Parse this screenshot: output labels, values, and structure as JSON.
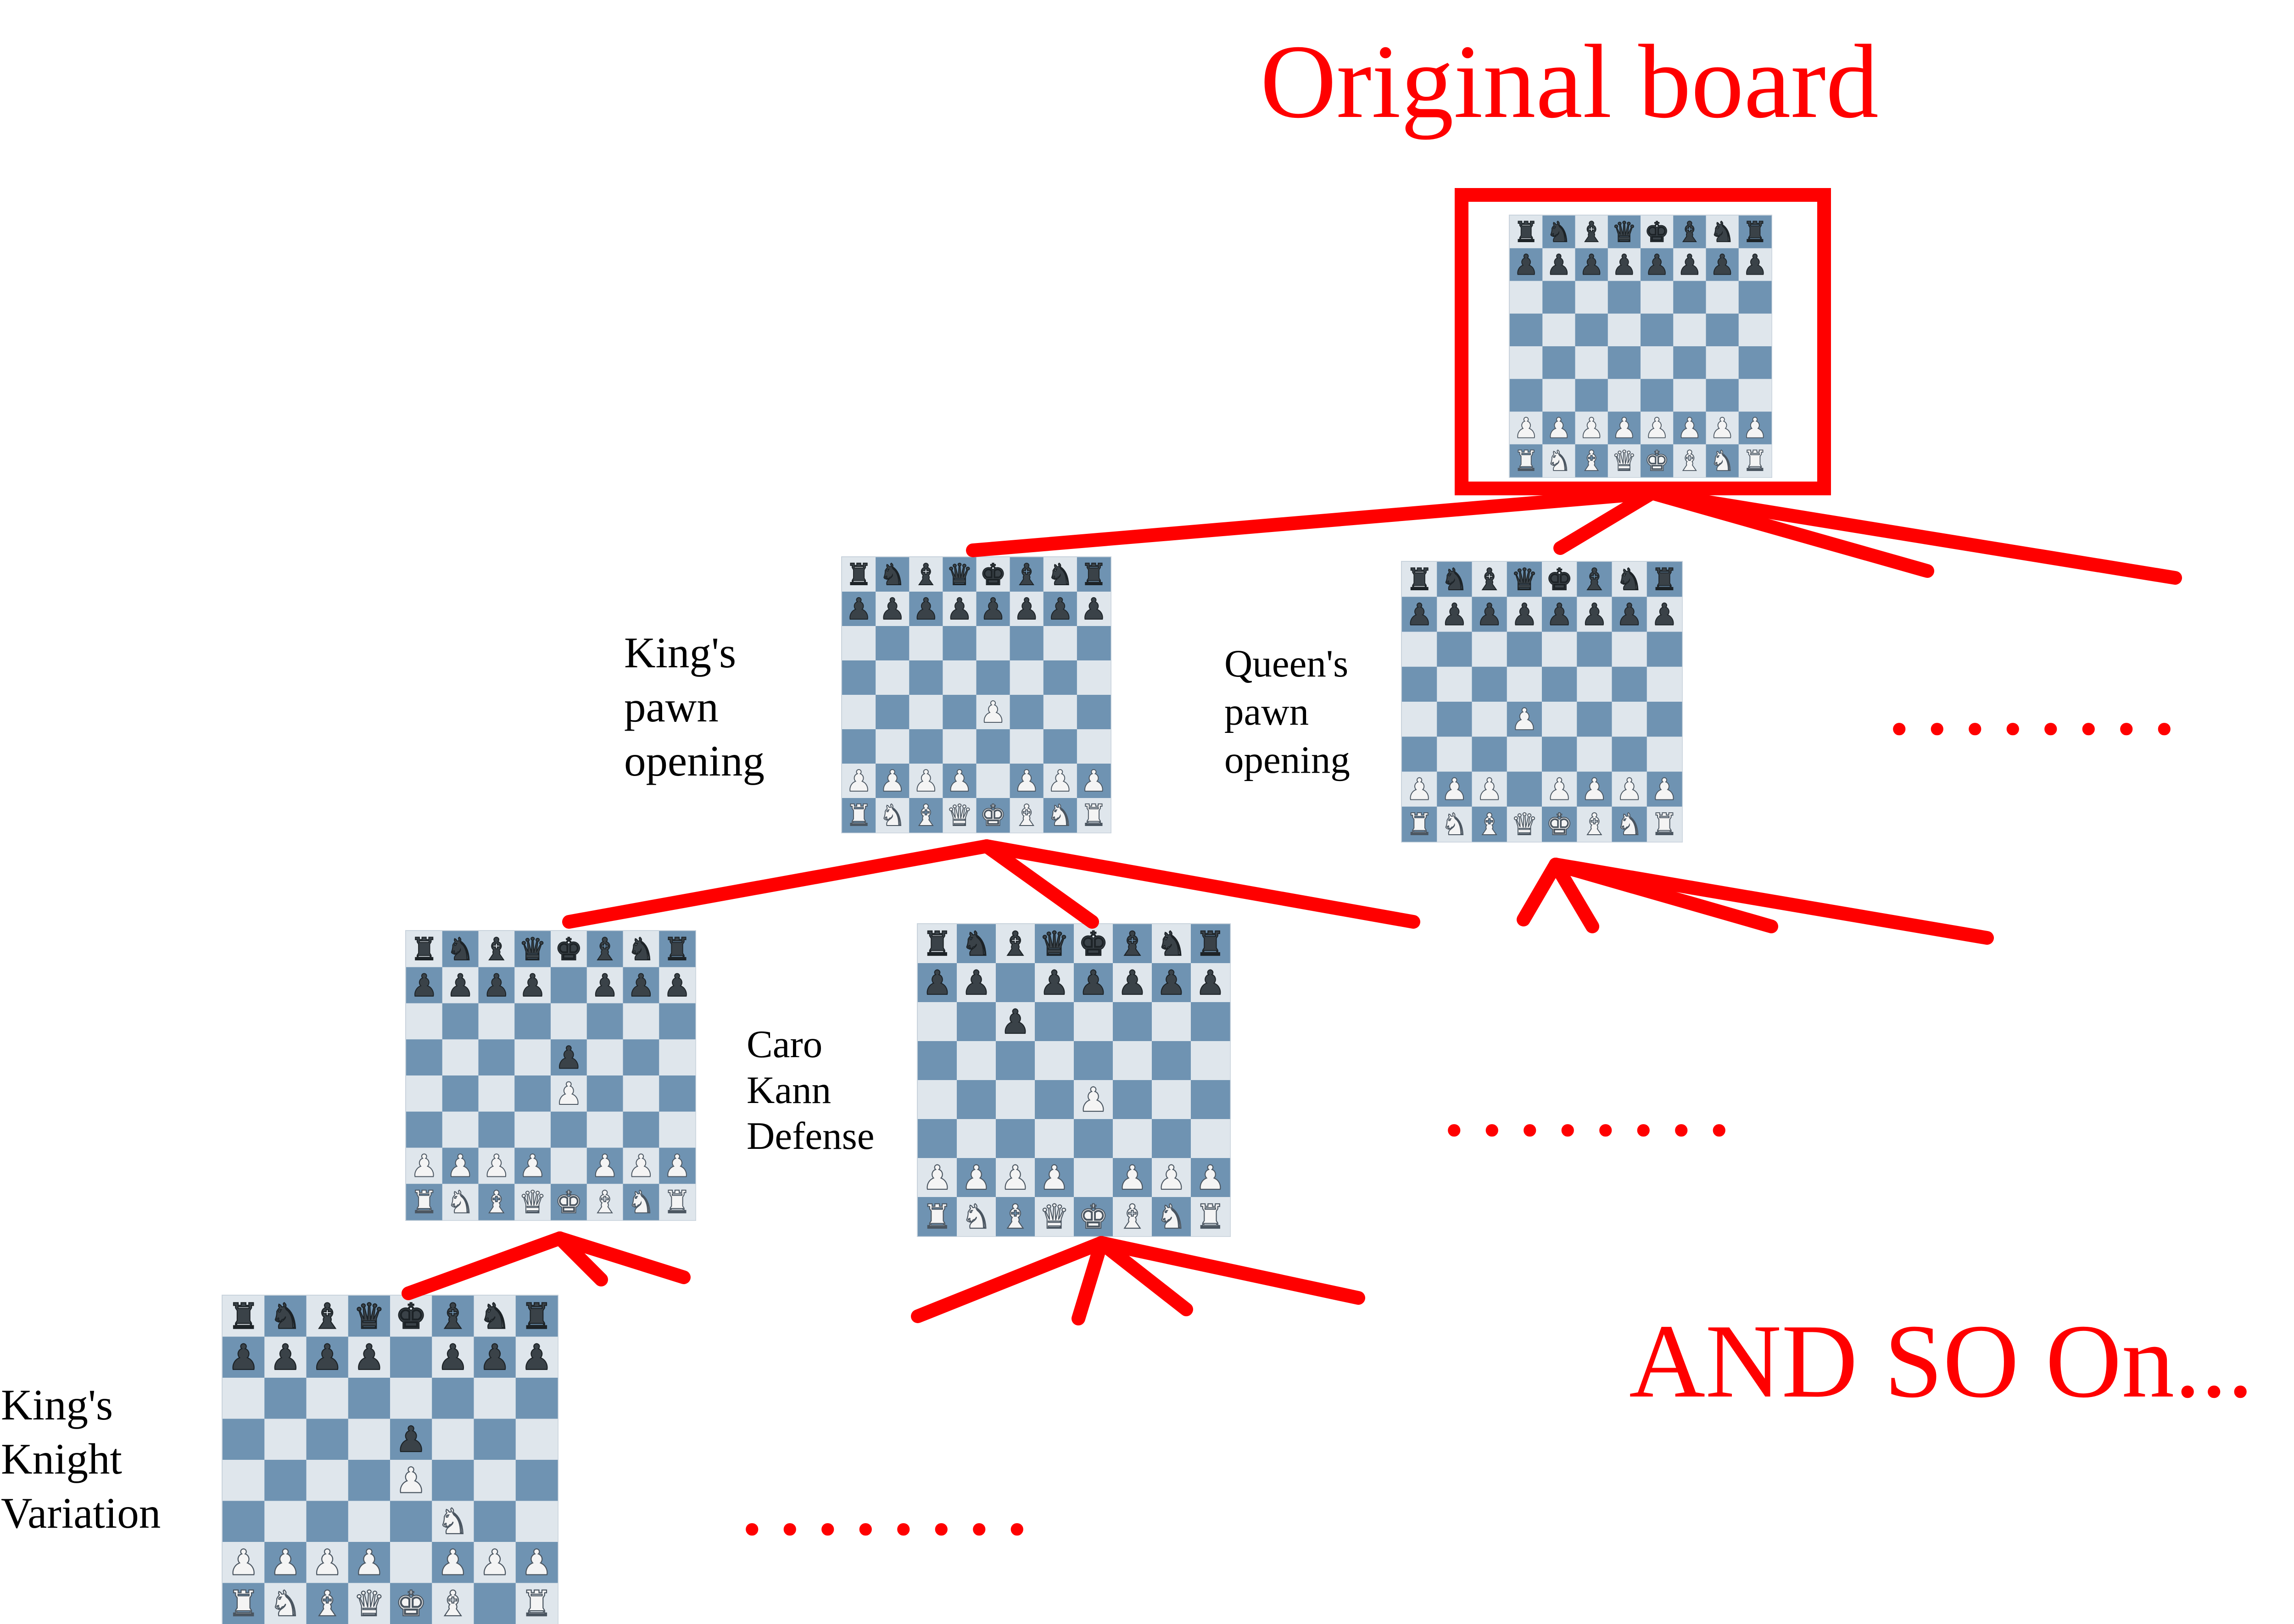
{
  "title": "Original board",
  "footer": "AND SO On...",
  "ellipsis": "........",
  "colors": {
    "accent": "#ff0000",
    "light_square": "#dfe6ec",
    "dark_square": "#6f93b2",
    "white_piece": "#f4f4f4",
    "black_piece": "#3a4248",
    "label_text": "#000000"
  },
  "boards": [
    {
      "id": "original",
      "label": "",
      "fen": "rnbqkbnr/pppppppp/8/8/8/8/PPPPPPPP/RNBQKBNR"
    },
    {
      "id": "kings-pawn",
      "label": "King's\npawn\nopening",
      "fen": "rnbqkbnr/pppppppp/8/8/4P3/8/PPPP1PPP/RNBQKBNR"
    },
    {
      "id": "queens-pawn",
      "label": "Queen's\npawn\nopening",
      "fen": "rnbqkbnr/pppppppp/8/8/3P4/8/PPP1PPPP/RNBQKBNR"
    },
    {
      "id": "kings-pawn-e5",
      "label": "",
      "fen": "rnbqkbnr/pppp1ppp/8/4p3/4P3/8/PPPP1PPP/RNBQKBNR"
    },
    {
      "id": "caro-kann",
      "label": "Caro\nKann\nDefense",
      "fen": "rnbqkbnr/pp1ppppp/2p5/8/4P3/8/PPPP1PPP/RNBQKBNR"
    },
    {
      "id": "kings-knight",
      "label": "King's\nKnight\nVariation",
      "fen": "rnbqkbnr/pppp1ppp/8/4p3/4P3/5N2/PPPP1PPP/RNBQKB1R"
    }
  ]
}
